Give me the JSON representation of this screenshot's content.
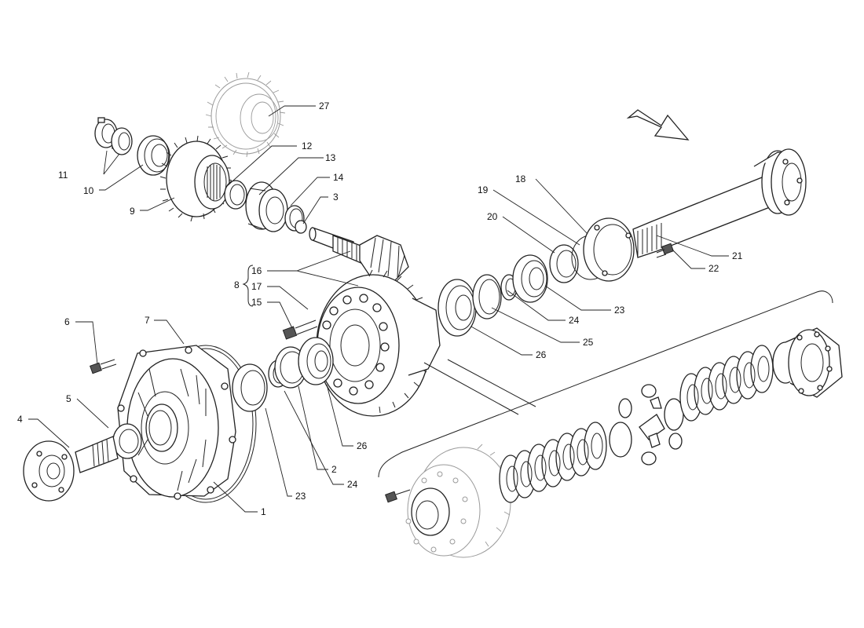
{
  "callouts": {
    "c1": "1",
    "c2": "2",
    "c3": "3",
    "c4": "4",
    "c5": "5",
    "c6": "6",
    "c7": "7",
    "c8": "8",
    "c9": "9",
    "c10": "10",
    "c11": "11",
    "c12": "12",
    "c13": "13",
    "c14": "14",
    "c15": "15",
    "c16": "16",
    "c17": "17",
    "c18": "18",
    "c19": "19",
    "c20": "20",
    "c21": "21",
    "c22": "22",
    "c23a": "23",
    "c23b": "23",
    "c24a": "24",
    "c24b": "24",
    "c25": "25",
    "c26a": "26",
    "c26b": "26",
    "c27": "27"
  },
  "icons": {
    "direction_arrow": "arrow-icon"
  },
  "colors": {
    "line": "#222222",
    "ghost": "#9a9a9a",
    "background": "#ffffff"
  }
}
